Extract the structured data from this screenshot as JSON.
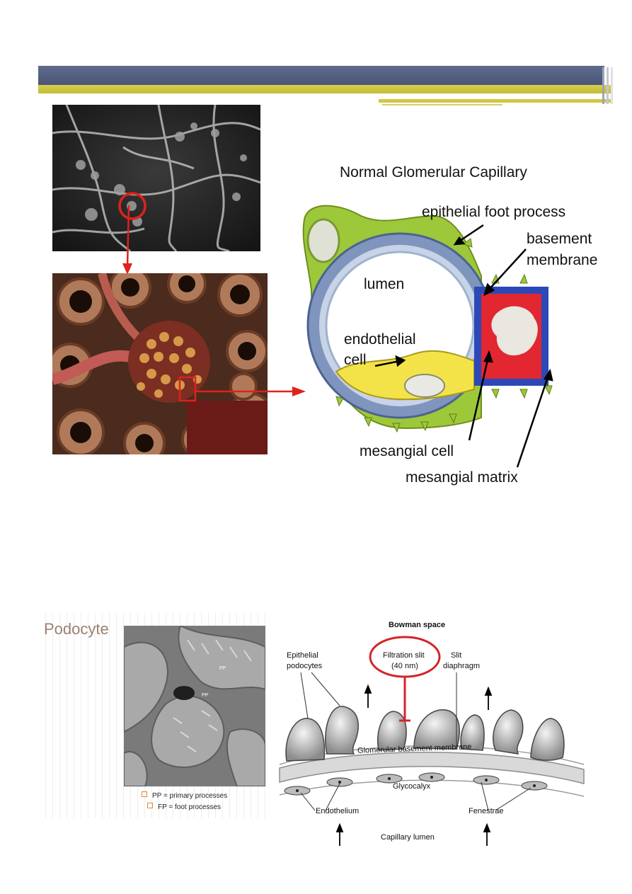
{
  "glomerular": {
    "title": "Normal Glomerular Capillary",
    "labels": {
      "epithelial_foot_process": "epithelial foot process",
      "basement": "basement",
      "membrane": "membrane",
      "lumen": "lumen",
      "endothelial": "endothelial",
      "cell": "cell",
      "mesangial_cell": "mesangial cell",
      "mesangial_matrix": "mesangial matrix"
    }
  },
  "podocyte": {
    "title": "Podocyte",
    "photo_labels": {
      "pp": "PP",
      "fp": "FP"
    },
    "legend": [
      "PP = primary processes",
      "FP = foot processes"
    ]
  },
  "filtration": {
    "bowman_space": "Bowman space",
    "epithelial": "Epithelial",
    "podocytes": "podocytes",
    "filtration_slit": "Filtration slit",
    "slit_size": "(40 nm)",
    "slit": "Slit",
    "diaphragm": "diaphragm",
    "gbm": "Glomerular basement membrane",
    "glycocalyx": "Glycocalyx",
    "endothelium": "Endothelium",
    "fenestrae": "Fenestrae",
    "capillary_lumen": "Capillary lumen"
  },
  "colors": {
    "header_navy": "#56617f",
    "header_gold": "#cdc53d",
    "arrow_red": "#e0211c",
    "podocyte_title": "#9a8072"
  }
}
